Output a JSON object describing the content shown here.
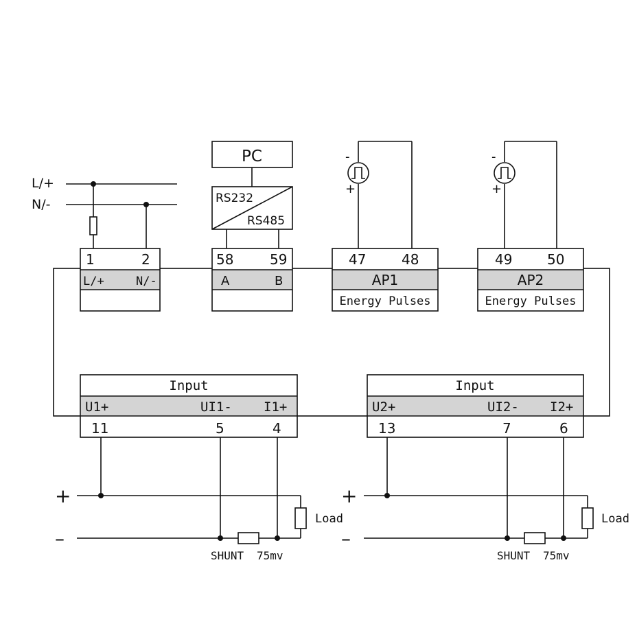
{
  "supply": {
    "line_label": "L/+",
    "neutral_label": "N/-"
  },
  "power_block": {
    "term_1": "1",
    "term_2": "2",
    "label_1": "L/+",
    "label_2": "N/-"
  },
  "pc": {
    "label": "PC"
  },
  "converter": {
    "top_label": "RS232",
    "bottom_label": "RS485"
  },
  "comm_block": {
    "term_58": "58",
    "term_59": "59",
    "label_a": "A",
    "label_b": "B"
  },
  "pulse": {
    "minus": "-",
    "plus": "+"
  },
  "ap1": {
    "term_47": "47",
    "term_48": "48",
    "name": "AP1",
    "desc": "Energy Pulses"
  },
  "ap2": {
    "term_49": "49",
    "term_50": "50",
    "name": "AP2",
    "desc": "Energy Pulses"
  },
  "input1": {
    "title": "Input",
    "label_u1": "U1+",
    "label_ui1": "UI1-",
    "label_i1": "I1+",
    "term_11": "11",
    "term_5": "5",
    "term_4": "4"
  },
  "input2": {
    "title": "Input",
    "label_u2": "U2+",
    "label_ui2": "UI2-",
    "label_i2": "I2+",
    "term_13": "13",
    "term_7": "7",
    "term_6": "6"
  },
  "dc": {
    "plus": "+",
    "minus": "–",
    "load": "Load",
    "shunt": "SHUNT",
    "shunt_value": "75mv"
  }
}
